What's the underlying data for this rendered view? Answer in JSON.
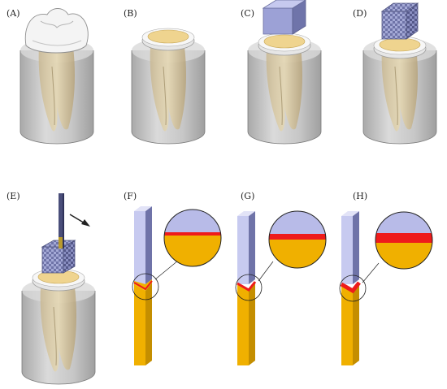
{
  "panels": [
    {
      "id": "A",
      "label": "(A)"
    },
    {
      "id": "B",
      "label": "(B)"
    },
    {
      "id": "C",
      "label": "(C)"
    },
    {
      "id": "D",
      "label": "(D)"
    },
    {
      "id": "E",
      "label": "(E)"
    },
    {
      "id": "F",
      "label": "(F)"
    },
    {
      "id": "G",
      "label": "(G)"
    },
    {
      "id": "H",
      "label": "(H)"
    }
  ],
  "colors": {
    "cylinder": "#b9b9b9",
    "tooth_enamel": "#f1f1f1",
    "dentin": "#efd48f",
    "resin_block": "#a9aedc",
    "bar_blue": "#b8bbe8",
    "bar_gold": "#f0b000",
    "adhesive_red": "#ee1b1b",
    "stick": "#4a4e7a"
  }
}
